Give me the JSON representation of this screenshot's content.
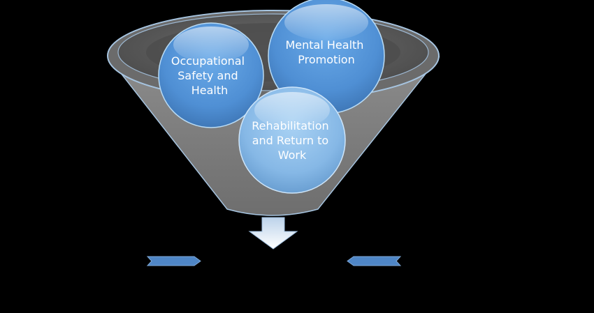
{
  "funnel": {
    "circles": [
      {
        "id": "occupational",
        "lines": [
          "Occupational",
          "Safety and",
          "Health"
        ]
      },
      {
        "id": "mental",
        "lines": [
          "Mental Health",
          "Promotion"
        ]
      },
      {
        "id": "rehab",
        "lines": [
          "Rehabilitation",
          "and Return to",
          "Work"
        ]
      }
    ]
  },
  "colors": {
    "background": "#000000",
    "funnel_body": "#7f7f7f",
    "funnel_rim": "#9db8d2",
    "circle_fill": "#4f8fd4",
    "circle_light": "#8fc0ec",
    "arrow_fill": "#4f86c6",
    "down_arrow_fill": "#e8eef6"
  }
}
